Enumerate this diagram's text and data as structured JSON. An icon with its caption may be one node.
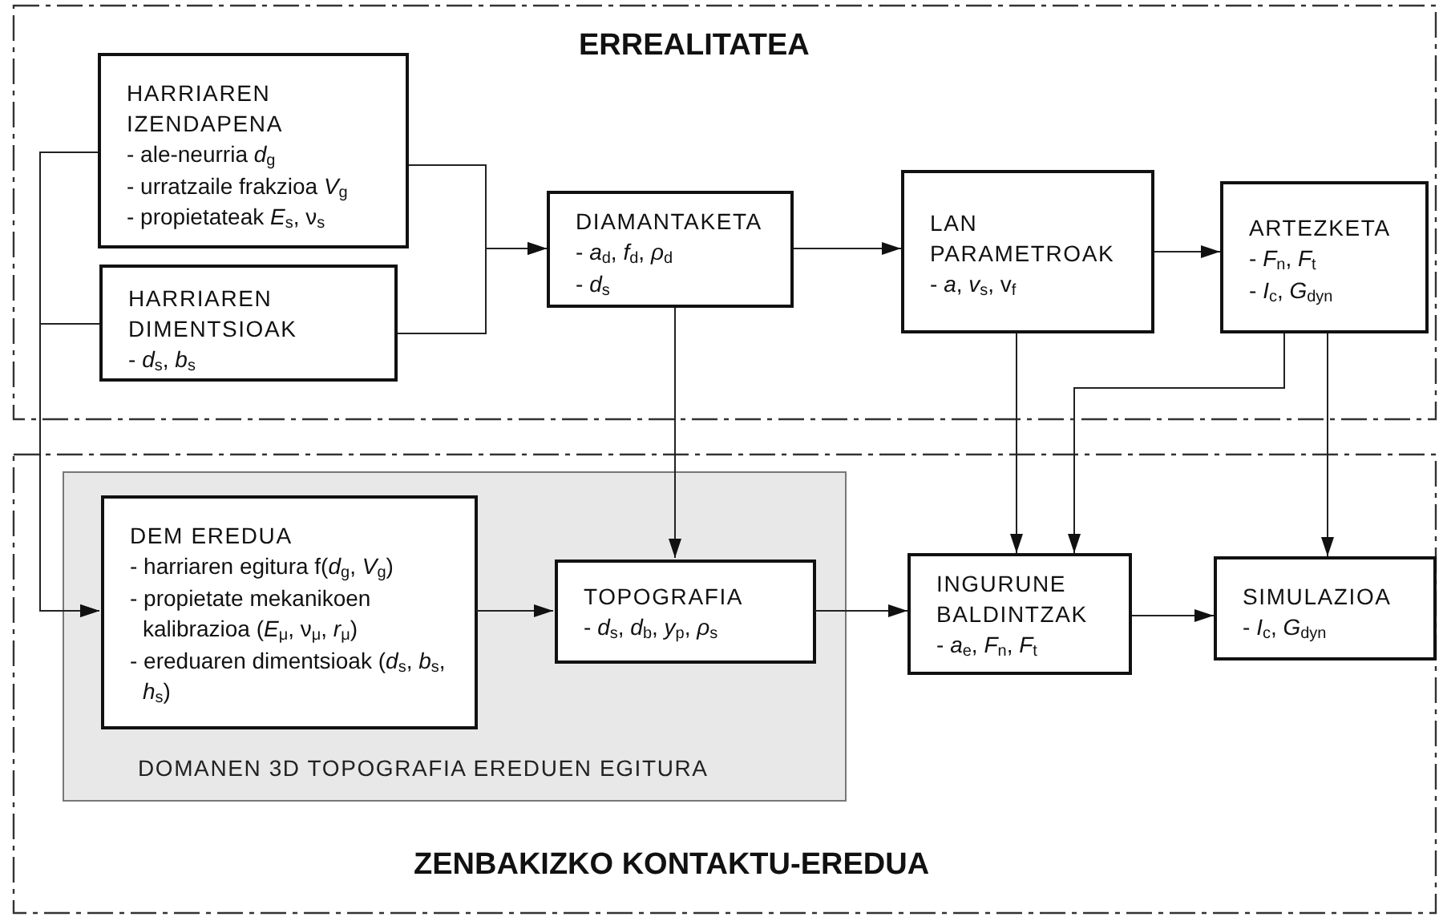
{
  "diagram": {
    "nodes": [
      {
        "text": [
          "ERREALITATEA"
        ]
      },
      {
        "text": [
          "HARRIAREN IZENDAPENA",
          "- ale-neurria *d*$_{g}$",
          "- urratzaile frakzioa *V*$_{g}$",
          "- propietateak *E*$_{s}$, ν$_{s}$"
        ],
        "in": 0
      },
      {
        "text": [
          "HARRIAREN DIMENTSIOAK",
          "- *d*$_{s}$, *b*$_{s}$"
        ],
        "in": 0
      },
      {
        "text": [
          "DIAMANTAKETA",
          "- *a*$_{d}$, *f*$_{d}$, *ρ*$_{d}$",
          "- *d*$_{s}$"
        ],
        "in": 0
      },
      {
        "text": [
          "LAN PARAMETROAK",
          "- *a*, *v*$_{s}$, v$_{f}$"
        ],
        "in": 0
      },
      {
        "text": [
          "ARTEZKETA",
          "- *F*$_{n}$, *F*$_{t}$",
          "- *I*$_{c}$, *G*$_{dyn}$"
        ],
        "in": 0
      },
      {
        "text": [
          "ZENBAKIZKO KONTAKTU-EREDUA"
        ]
      },
      {
        "text": [
          "DOMANEN 3D TOPOGRAFIA EREDUEN EGITURA"
        ],
        "in": 6
      },
      {
        "text": [
          "DEM EREDUA",
          "- harriaren egitura f(*d*$_{g}$, *V*$_{g}$)",
          "- propietate mekanikoen kalibrazioa (*E*$_{μ}$, ν$_{μ}$, *r*$_{μ}$)",
          "- ereduaren dimentsioak (*d*$_{s}$, *b*$_{s}$, *h*$_{s}$)"
        ],
        "in": 7
      },
      {
        "text": [
          "TOPOGRAFIA",
          "- *d*$_{s}$, *d*$_{b}$, *y*$_{p}$, *ρ*$_{s}$"
        ],
        "in": 7
      },
      {
        "text": [
          "INGURUNE BALDINTZAK",
          "- *a*$_{e}$, *F*$_{n}$, *F*$_{t}$"
        ],
        "in": 6
      },
      {
        "text": [
          "SIMULAZIOA",
          "- *I*$_{c}$, *G*$_{dyn}$"
        ],
        "in": 6
      }
    ],
    "edges": [
      {
        "from": 1,
        "to": 3,
        "arrow": "to"
      },
      {
        "from": 2,
        "to": 3,
        "arrow": "to"
      },
      {
        "from": 1,
        "to": 8,
        "arrow": "to"
      },
      {
        "from": 2,
        "to": 8,
        "arrow": "to"
      },
      {
        "from": 3,
        "to": 4,
        "arrow": "to"
      },
      {
        "from": 4,
        "to": 5,
        "arrow": "to"
      },
      {
        "from": 3,
        "to": 9,
        "arrow": "to"
      },
      {
        "from": 4,
        "to": 10,
        "arrow": "to"
      },
      {
        "from": 5,
        "to": 10,
        "arrow": "to"
      },
      {
        "from": 5,
        "to": 11,
        "arrow": "to"
      },
      {
        "from": 8,
        "to": 9,
        "arrow": "to"
      },
      {
        "from": 9,
        "to": 10,
        "arrow": "to"
      },
      {
        "from": 10,
        "to": 11,
        "arrow": "to"
      }
    ]
  }
}
